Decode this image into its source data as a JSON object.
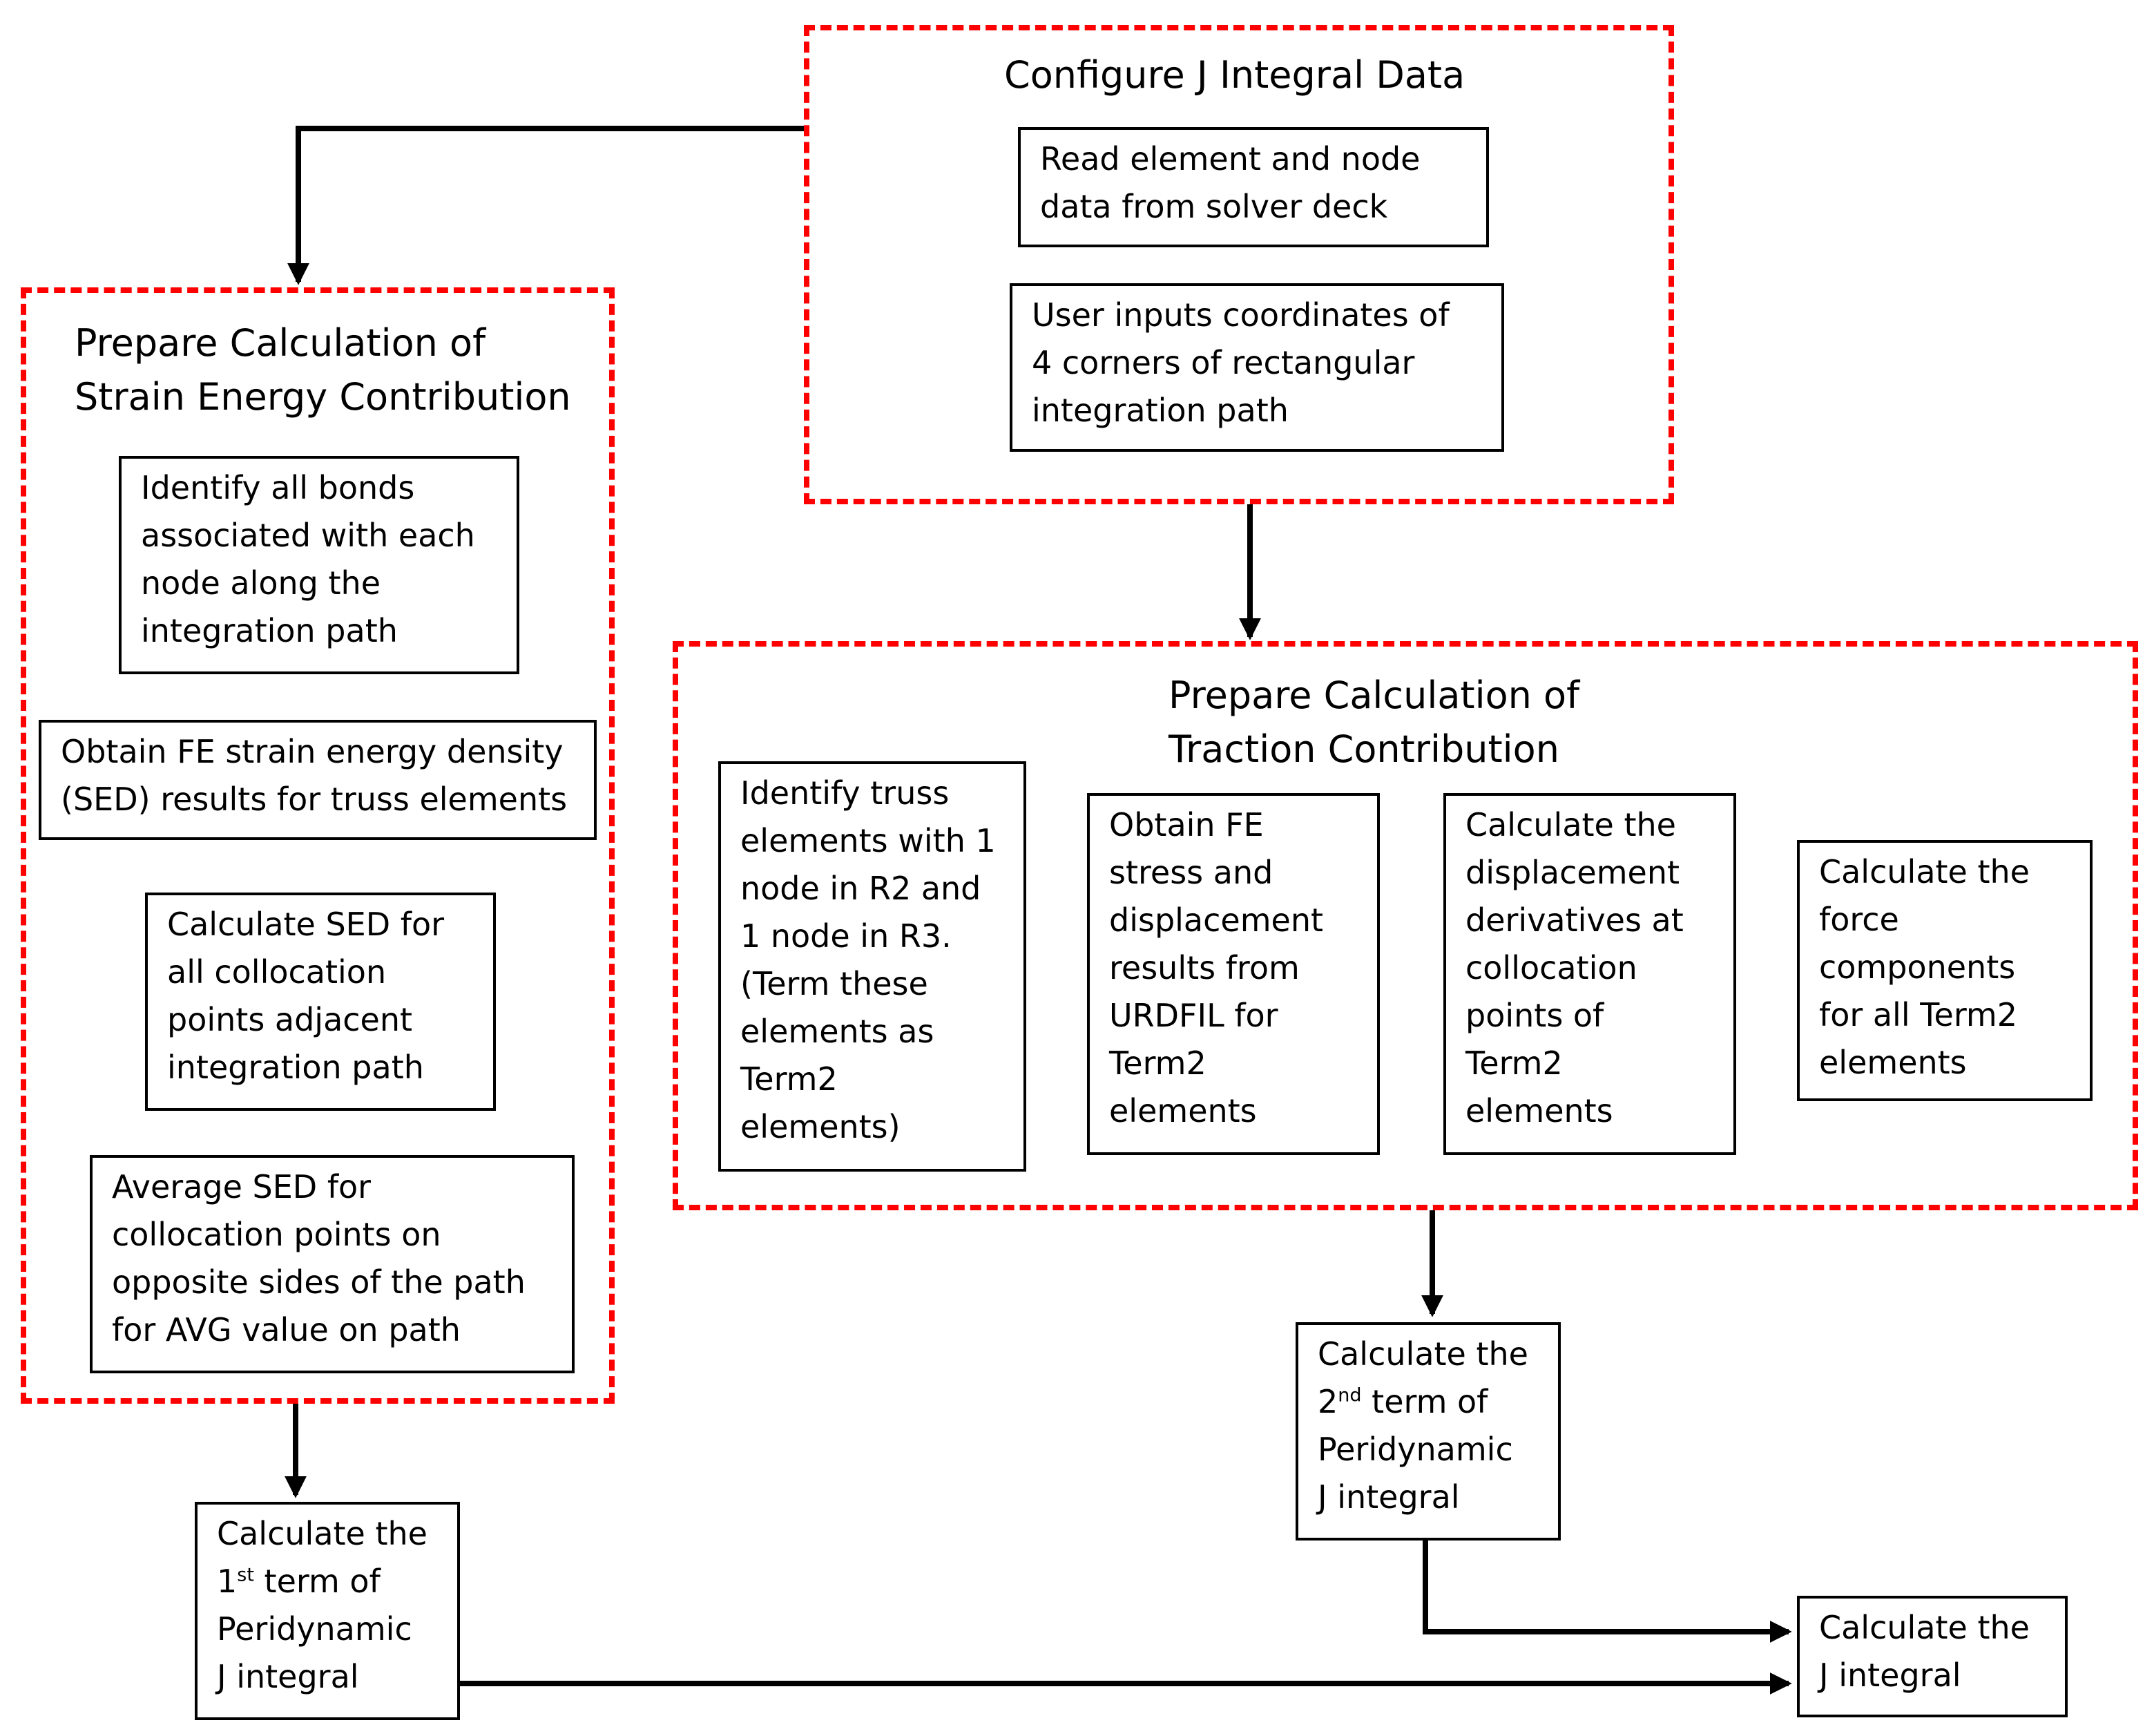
{
  "colors": {
    "group_border": "#ff0000",
    "box_border": "#000000",
    "arrow": "#000000"
  },
  "configure": {
    "title": "Configure J Integral Data",
    "read_data": "Read element and node\ndata from solver deck",
    "user_inputs": "User inputs coordinates of\n4 corners of rectangular\nintegration path"
  },
  "strain": {
    "title": "Prepare Calculation of\nStrain Energy Contribution",
    "identify_bonds": "Identify all bonds\nassociated with each\nnode along the\nintegration path",
    "obtain_sed": "Obtain FE strain energy density\n(SED) results for truss elements",
    "calc_sed": "Calculate SED for\nall collocation\npoints adjacent\nintegration path",
    "avg_sed": "Average SED for\ncollocation points on\nopposite sides of the path\nfor AVG value on path"
  },
  "traction": {
    "title": "Prepare Calculation of\nTraction Contribution",
    "identify_truss": "Identify truss\nelements with 1\nnode in R2 and\n1 node in R3.\n(Term these\nelements as\nTerm2\nelements)",
    "obtain_stress": "Obtain FE\nstress and\ndisplacement\nresults  from\nURDFIL for\nTerm2\nelements",
    "calc_derivatives": "Calculate the\ndisplacement\nderivatives at\ncollocation\npoints of\nTerm2\nelements",
    "calc_force": "Calculate the\nforce\ncomponents\nfor all Term2\nelements"
  },
  "term1": {
    "line1": "Calculate the",
    "pre": "1",
    "sup": "st",
    "post": " term of",
    "line3": "Peridynamic",
    "line4": "J integral"
  },
  "term2": {
    "line1": "Calculate the",
    "pre": "2",
    "sup": "nd",
    "post": " term of",
    "line3": "Peridynamic",
    "line4": "J integral"
  },
  "final": {
    "label": "Calculate the\nJ integral"
  }
}
